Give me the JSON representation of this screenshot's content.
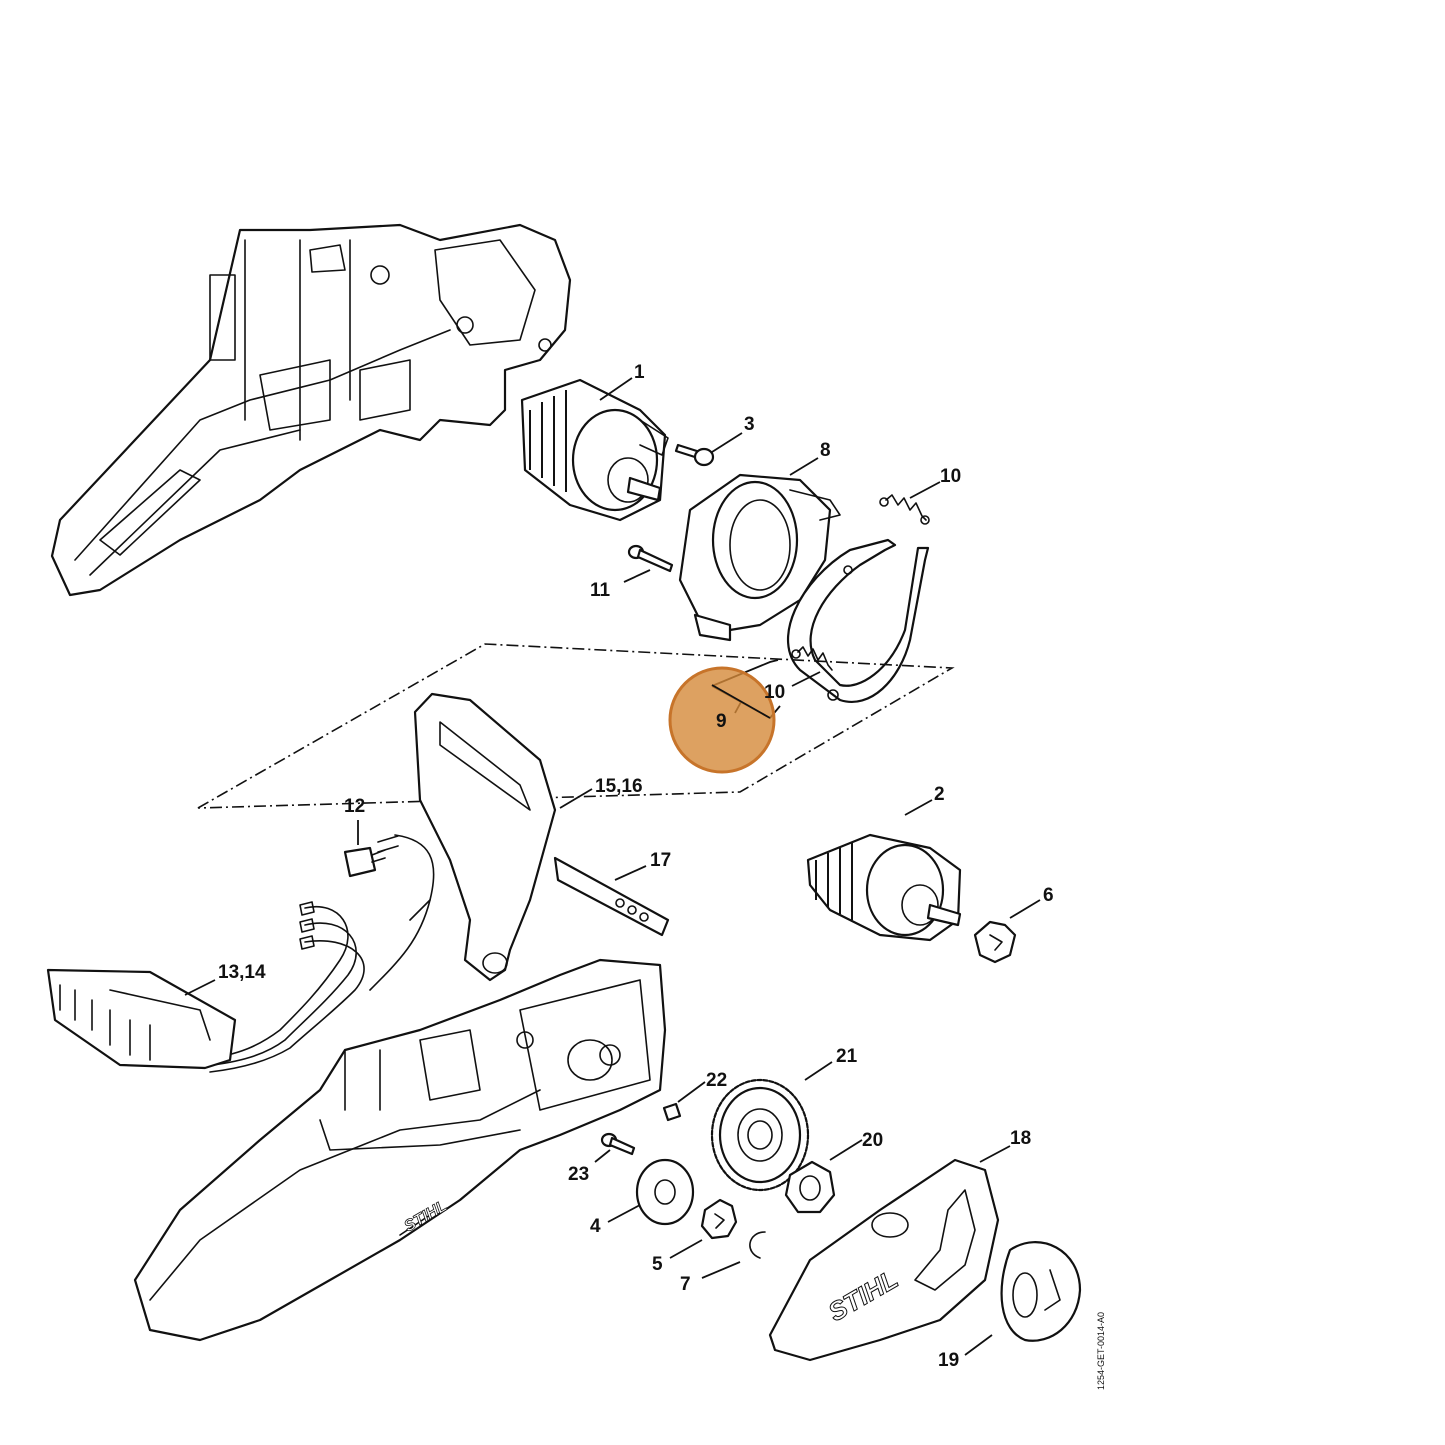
{
  "labels": {
    "p1": "1",
    "p2": "2",
    "p3": "3",
    "p4": "4",
    "p5": "5",
    "p6": "6",
    "p7": "7",
    "p8": "8",
    "p9": "9",
    "p10a": "10",
    "p10b": "10",
    "p11": "11",
    "p12": "12",
    "p1314": "13,14",
    "p1516": "15,16",
    "p17": "17",
    "p18": "18",
    "p19": "19",
    "p20": "20",
    "p21": "21",
    "p22": "22",
    "p23": "23"
  },
  "drawing_code": "1254-GET-0014-A0",
  "highlight": {
    "target": "9",
    "color": "#d4893a"
  },
  "brand_logo": "STIHL"
}
